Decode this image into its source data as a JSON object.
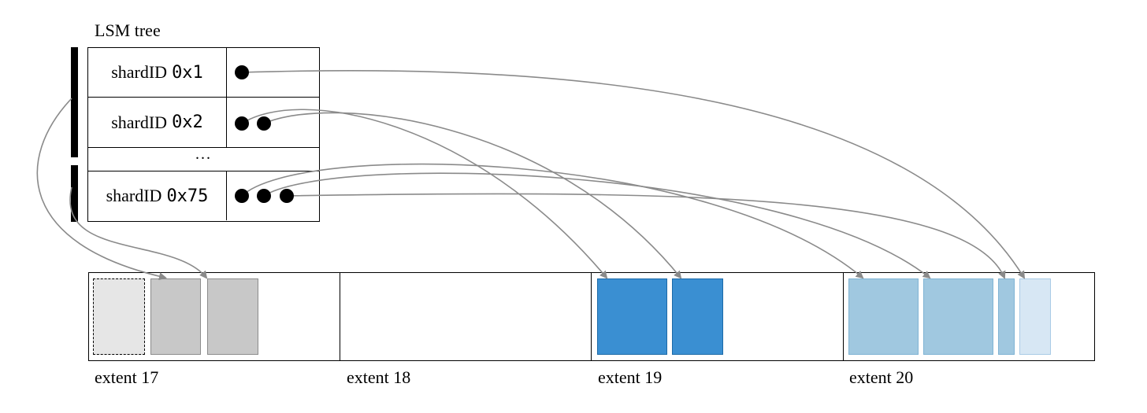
{
  "lsm": {
    "title": "LSM tree",
    "shard_word": "shardID",
    "ellipsis": "...",
    "rows": [
      {
        "label": "shardID",
        "id": "0x1",
        "pointers": 1
      },
      {
        "label": "shardID",
        "id": "0x2",
        "pointers": 2
      },
      {
        "label": "shardID",
        "id": "0x75",
        "pointers": 3
      }
    ]
  },
  "extents": [
    {
      "label": "extent 17"
    },
    {
      "label": "extent 18"
    },
    {
      "label": "extent 19"
    },
    {
      "label": "extent 20"
    }
  ],
  "colors": {
    "deleted_fill": "#e6e6e6",
    "grey_fill": "#c8c8c8",
    "grey_border": "#8c8c8c",
    "dark_blue_fill": "#3a8fd2",
    "dark_blue_border": "#1c6aa8",
    "light_blue_fill": "#a0c8e0",
    "light_blue_border": "#80b4d4",
    "faint_blue_fill": "#d7e7f4",
    "faint_blue_border": "#a9cbe6",
    "arrow": "#8a8a8a"
  }
}
